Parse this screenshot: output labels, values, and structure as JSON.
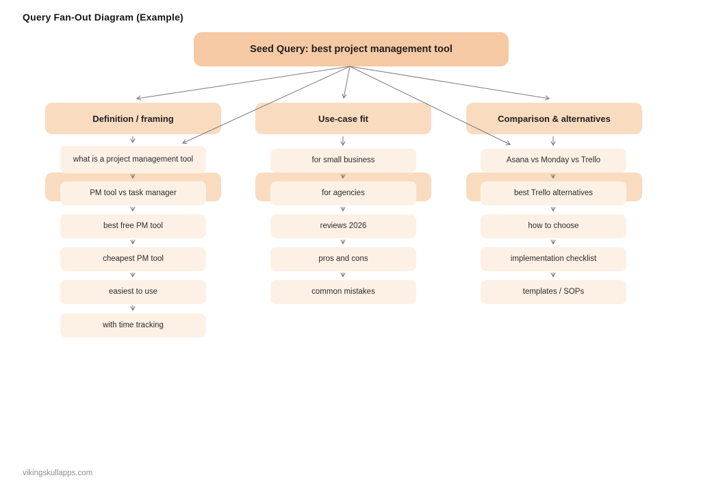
{
  "title": "Query Fan-Out Diagram (Example)",
  "seed": {
    "label": "Seed Query: best project management tool"
  },
  "columns": [
    {
      "header": "Definition / framing",
      "items": [
        "what is a project management tool",
        "PM tool vs task manager",
        "best free PM tool",
        "cheapest PM tool",
        "easiest to use",
        "with time tracking"
      ]
    },
    {
      "header": "Use-case fit",
      "items": [
        "for small business",
        "for agencies",
        "reviews 2026",
        "pros and cons",
        "common mistakes"
      ]
    },
    {
      "header": "Comparison & alternatives",
      "items": [
        "Asana vs Monday vs Trello",
        "best Trello alternatives",
        "how to choose",
        "implementation checklist",
        "templates / SOPs"
      ]
    }
  ],
  "footer": "vikingskullapps.com",
  "colors": {
    "seed_bg": "#f5c9a3",
    "category_bg": "#f9dcc0",
    "item_bg": "#fdf1e6",
    "arrow": "#7a7a7a"
  }
}
